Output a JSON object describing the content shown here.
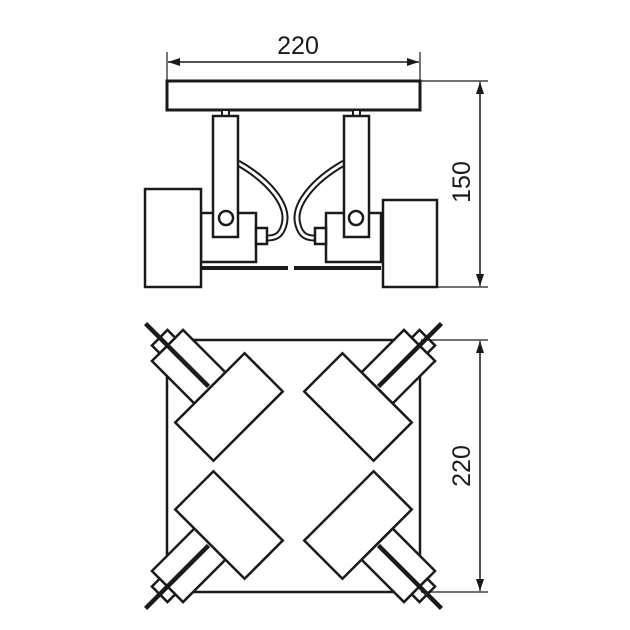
{
  "drawing": {
    "side_view": {
      "width_label": "220",
      "height_label": "150"
    },
    "top_view": {
      "depth_label": "220"
    },
    "line_color": "#1a1a1a",
    "background": "#ffffff"
  }
}
